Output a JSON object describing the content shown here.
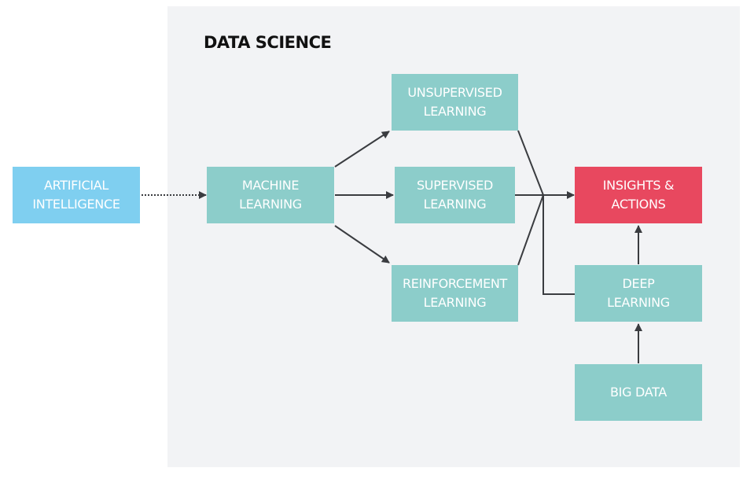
{
  "title": "DATA SCIENCE",
  "nodes": {
    "ai": "ARTIFICIAL\nINTELLIGENCE",
    "ml": "MACHINE\nLEARNING",
    "ul": "UNSUPERVISED\nLEARNING",
    "sl": "SUPERVISED\nLEARNING",
    "rl": "REINFORCEMENT\nLEARNING",
    "ia": "INSIGHTS &\nACTIONS",
    "dl": "DEEP\nLEARNING",
    "bd": "BIG DATA"
  },
  "colors": {
    "teal": "#8ccdca",
    "blue": "#7fcff0",
    "red": "#e8485f",
    "panel": "#f2f3f5",
    "line": "#3a3c40"
  }
}
